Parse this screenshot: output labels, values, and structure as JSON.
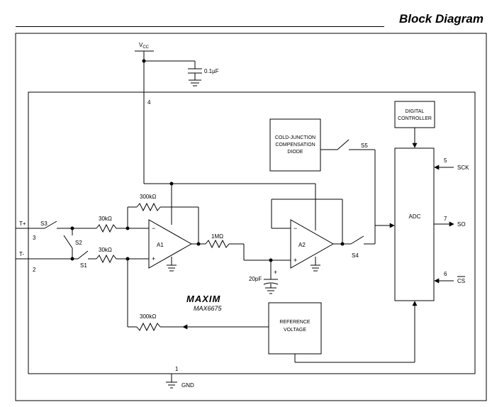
{
  "header": {
    "title": "Block Diagram"
  },
  "vcc": {
    "main": "V",
    "sub": "CC"
  },
  "capacitor_vcc": "0.1µF",
  "capacitor_filter": "20pF",
  "cap_plus": "+",
  "pins": {
    "vcc": "4",
    "t_plus": "3",
    "t_minus": "2",
    "gnd": "1",
    "sck": "5",
    "so": "7",
    "cs": "6"
  },
  "inputs": {
    "t_plus": "T+",
    "t_minus": "T-"
  },
  "switches": {
    "s1": "S1",
    "s2": "S2",
    "s3": "S3",
    "s4": "S4",
    "s5": "S5"
  },
  "resistors": {
    "r_feedback_top": "300kΩ",
    "r_in_top": "30kΩ",
    "r_in_bottom": "30kΩ",
    "r_series": "1MΩ",
    "r_feedback_bottom": "300kΩ"
  },
  "amps": {
    "a1": "A1",
    "a2": "A2",
    "minus": "−",
    "plus": "+"
  },
  "blocks": {
    "cold_junction": [
      "COLD-JUNCTION",
      "COMPENSATION",
      "DIODE"
    ],
    "digital_controller": [
      "DIGITAL",
      "CONTROLLER"
    ],
    "adc": "ADC",
    "reference": [
      "REFERENCE",
      "VOLTAGE"
    ]
  },
  "signals": {
    "sck": "SCK",
    "so": "SO",
    "cs": "CS"
  },
  "logo": "MAXIM",
  "part_number": "MAX6675",
  "gnd_label": "GND"
}
